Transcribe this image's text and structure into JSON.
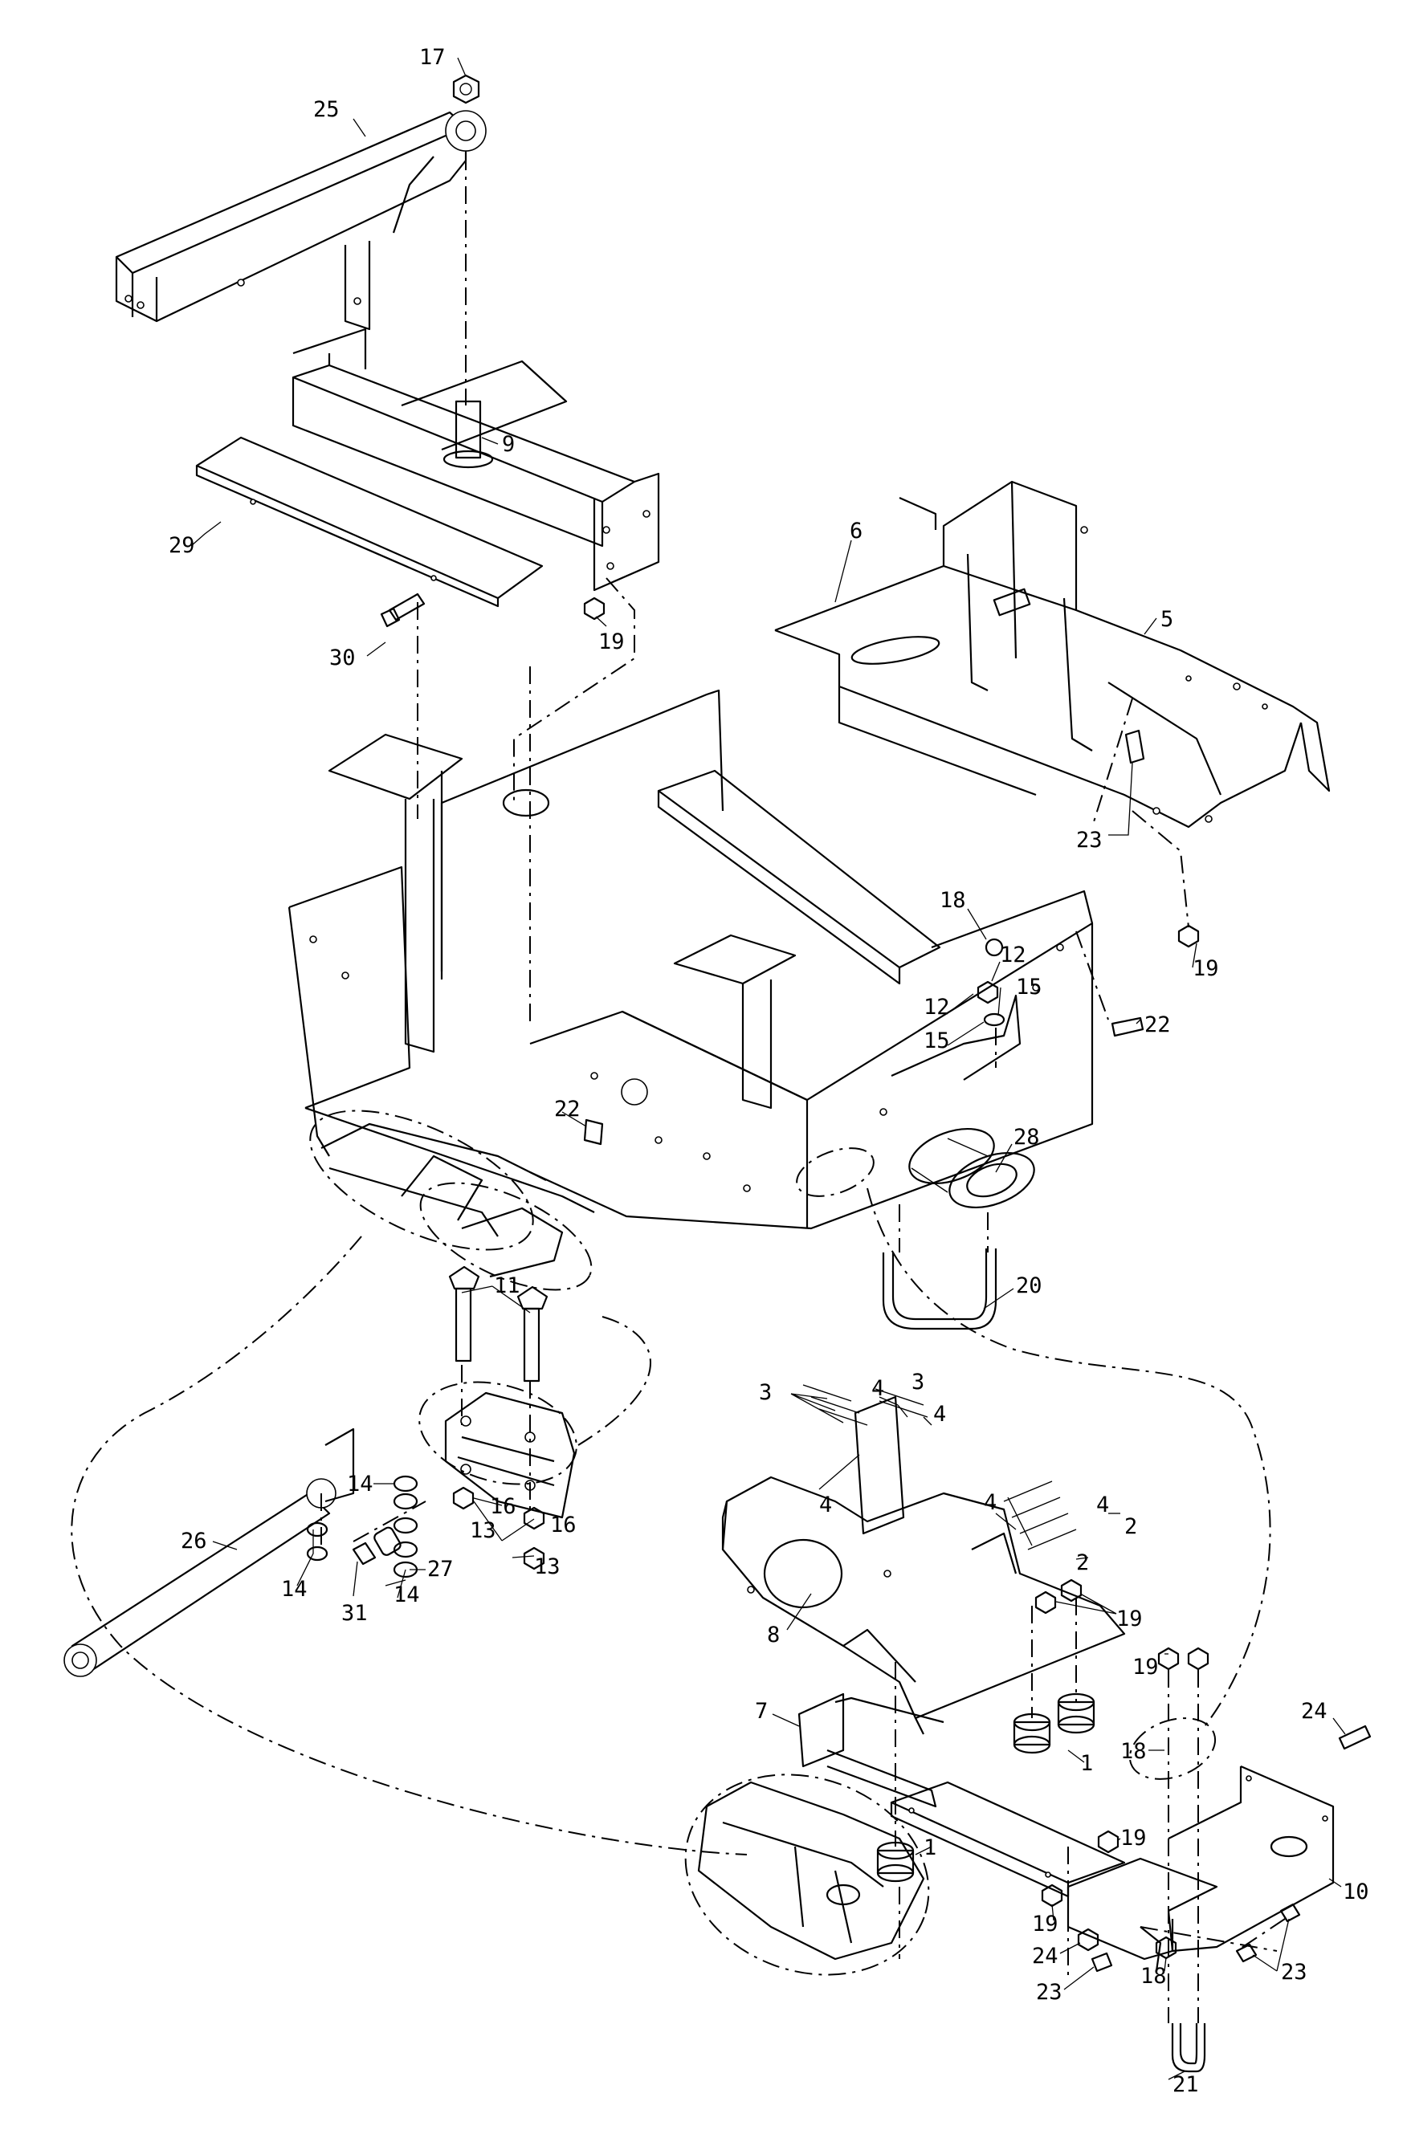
{
  "callouts": [
    {
      "id": "c17a",
      "label": "17"
    },
    {
      "id": "c25",
      "label": "25"
    },
    {
      "id": "c9",
      "label": "9"
    },
    {
      "id": "c29",
      "label": "29"
    },
    {
      "id": "c30",
      "label": "30"
    },
    {
      "id": "c19a",
      "label": "19"
    },
    {
      "id": "c5",
      "label": "5"
    },
    {
      "id": "c6",
      "label": "6"
    },
    {
      "id": "c23a",
      "label": "23"
    },
    {
      "id": "c18a",
      "label": "18"
    },
    {
      "id": "c19b",
      "label": "19"
    },
    {
      "id": "c12a",
      "label": "12"
    },
    {
      "id": "c15a",
      "label": "15"
    },
    {
      "id": "c12b",
      "label": "12"
    },
    {
      "id": "c15b",
      "label": "15"
    },
    {
      "id": "c22a",
      "label": "22"
    },
    {
      "id": "c22b",
      "label": "22"
    },
    {
      "id": "c28",
      "label": "28"
    },
    {
      "id": "c20",
      "label": "20"
    },
    {
      "id": "c11",
      "label": "11"
    },
    {
      "id": "c14a",
      "label": "14"
    },
    {
      "id": "c16a",
      "label": "16"
    },
    {
      "id": "c16b",
      "label": "16"
    },
    {
      "id": "c13a",
      "label": "13"
    },
    {
      "id": "c13b",
      "label": "13"
    },
    {
      "id": "c27",
      "label": "27"
    },
    {
      "id": "c14b",
      "label": "14"
    },
    {
      "id": "c14c",
      "label": "14"
    },
    {
      "id": "c26",
      "label": "26"
    },
    {
      "id": "c31",
      "label": "31"
    },
    {
      "id": "c3a",
      "label": "3"
    },
    {
      "id": "c4a",
      "label": "4"
    },
    {
      "id": "c3b",
      "label": "3"
    },
    {
      "id": "c4b",
      "label": "4"
    },
    {
      "id": "c4c",
      "label": "4"
    },
    {
      "id": "c4d",
      "label": "4"
    },
    {
      "id": "c4e",
      "label": "4"
    },
    {
      "id": "c2a",
      "label": "2"
    },
    {
      "id": "c2b",
      "label": "2"
    },
    {
      "id": "c19c",
      "label": "19"
    },
    {
      "id": "c8",
      "label": "8"
    },
    {
      "id": "c19d",
      "label": "19"
    },
    {
      "id": "c24a",
      "label": "24"
    },
    {
      "id": "c7",
      "label": "7"
    },
    {
      "id": "c1a",
      "label": "1"
    },
    {
      "id": "c18b",
      "label": "18"
    },
    {
      "id": "c1b",
      "label": "1"
    },
    {
      "id": "c19e",
      "label": "19"
    },
    {
      "id": "c10",
      "label": "10"
    },
    {
      "id": "c19f",
      "label": "19"
    },
    {
      "id": "c24b",
      "label": "24"
    },
    {
      "id": "c23b",
      "label": "23"
    },
    {
      "id": "c18c",
      "label": "18"
    },
    {
      "id": "c23c",
      "label": "23"
    },
    {
      "id": "c21",
      "label": "21"
    }
  ]
}
